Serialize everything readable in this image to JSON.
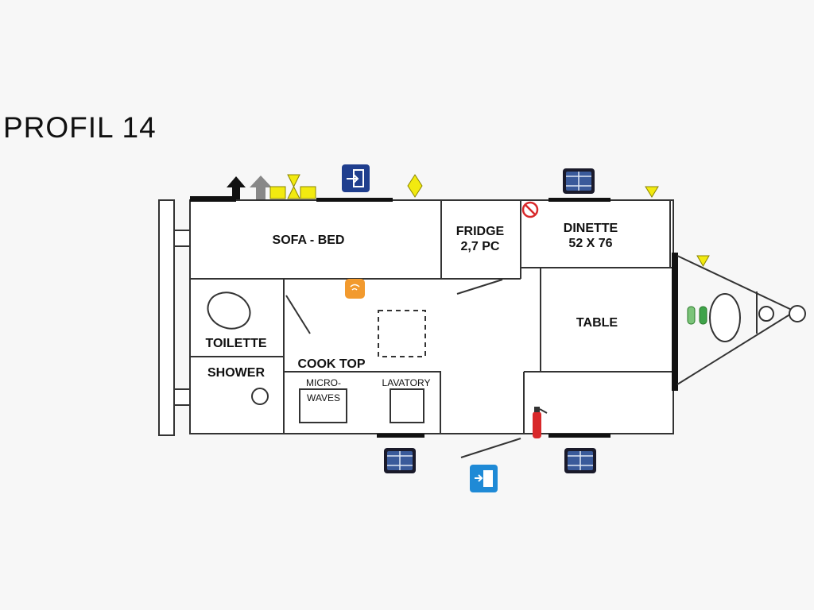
{
  "title": "PROFIL 14",
  "rooms": {
    "sofa_bed": "SOFA - BED",
    "fridge_line1": "FRIDGE",
    "fridge_line2": "2,7 PC",
    "dinette_line1": "DINETTE",
    "dinette_line2": "52 X 76",
    "table": "TABLE",
    "toilette": "TOILETTE",
    "shower": "SHOWER",
    "cook_top": "COOK TOP",
    "microwaves_line1": "MICRO-",
    "microwaves_line2": "WAVES",
    "lavatory": "LAVATORY"
  },
  "icons": {
    "entry": "entry-door-icon",
    "exit": "emergency-exit-icon",
    "window": "window-icon",
    "extinguisher": "fire-extinguisher-icon",
    "no_smoking": "no-smoking-icon",
    "propane": "propane-tank-icon"
  },
  "colors": {
    "wall": "#333333",
    "outline": "#111111",
    "entry_blue": "#1f3e8e",
    "exit_blue": "#1f8ad6",
    "yellow": "#f2ea10",
    "orange": "#f29a2e",
    "window": "#2a4a8a",
    "extinguisher": "#d8282a",
    "propane": "#3fa34a"
  }
}
